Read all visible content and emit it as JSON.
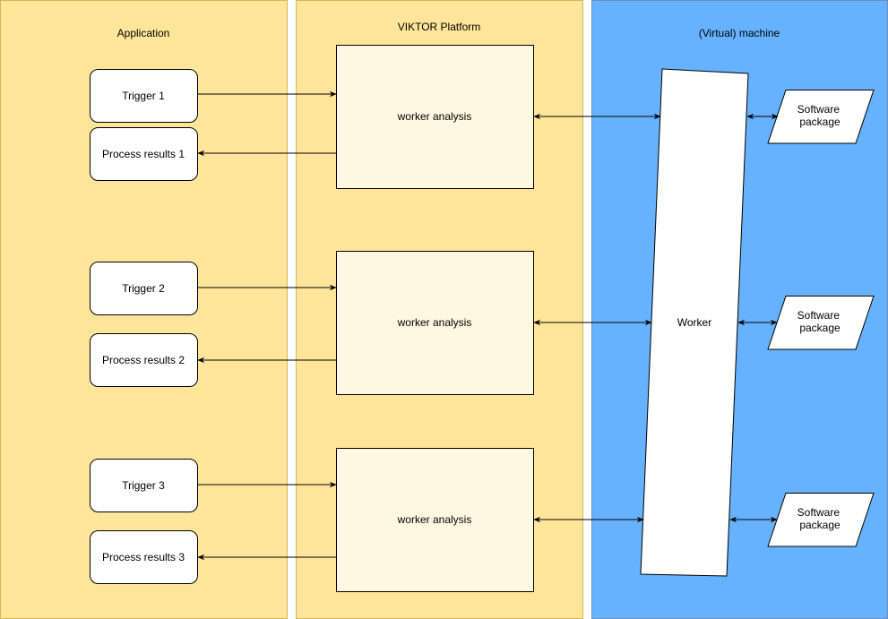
{
  "lanes": {
    "application": {
      "label": "Application",
      "fill": "#ffe599",
      "stroke": "#d6b656"
    },
    "platform": {
      "label": "VIKTOR Platform",
      "fill": "#ffe599",
      "stroke": "#d6b656"
    },
    "machine": {
      "label": "(Virtual) machine",
      "fill": "#66b2ff",
      "stroke": "#6c8ebf"
    }
  },
  "app_nodes": [
    {
      "trigger": "Trigger 1",
      "results": "Process results 1"
    },
    {
      "trigger": "Trigger 2",
      "results": "Process results 2"
    },
    {
      "trigger": "Trigger 3",
      "results": "Process results 3"
    }
  ],
  "analysis_label": "worker analysis",
  "analysis_fill": "#fff8e1",
  "worker_label": "Worker",
  "software_line1": "Software",
  "software_line2": "package",
  "line_color": "#000000"
}
